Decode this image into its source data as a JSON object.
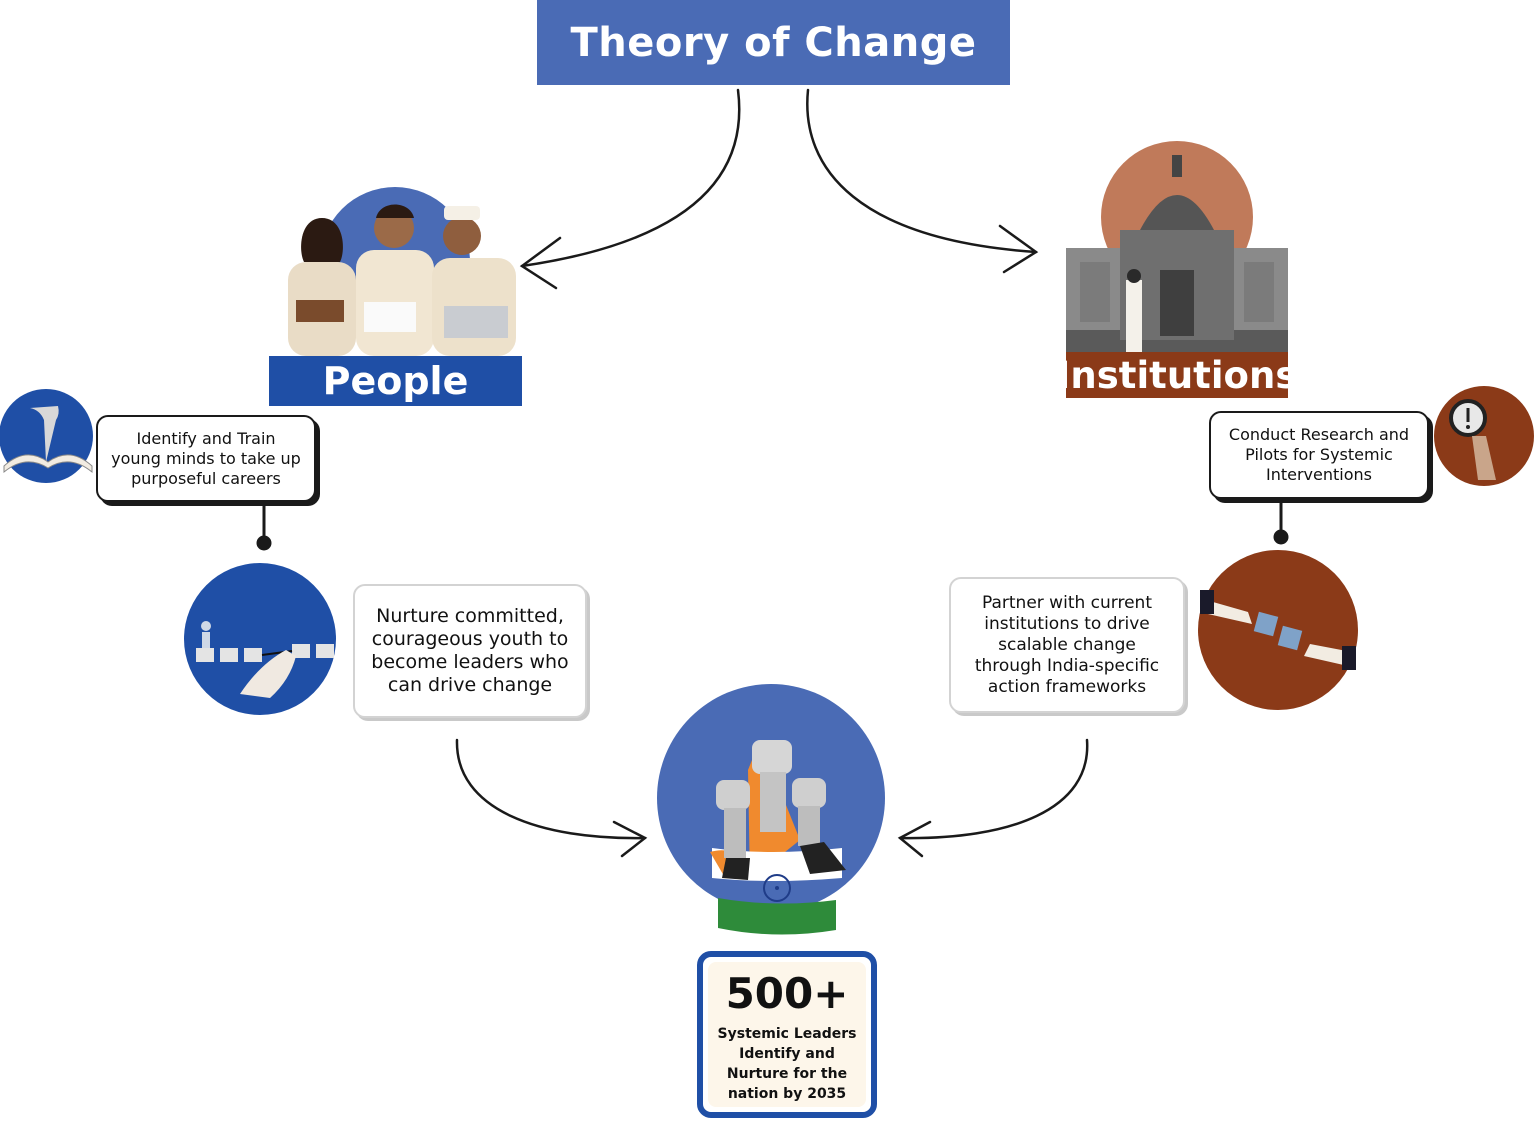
{
  "title": "Theory of Change",
  "people": {
    "label": "People",
    "identify_text": "Identify and Train young minds to take up purposeful careers",
    "nurture_text": "Nurture committed, courageous youth to become leaders who can drive change"
  },
  "institutions": {
    "label": "Institutions",
    "research_text": "Conduct Research and Pilots for Systemic Interventions",
    "partner_text": "Partner with current institutions to drive scalable change through India-specific action frameworks"
  },
  "goal": {
    "number": "500+",
    "text": "Systemic Leaders Identify and Nurture for the nation by 2035"
  },
  "colors": {
    "blue": "#4a6bb5",
    "dark_blue": "#1f4fa6",
    "rust": "#8b3a18",
    "terracotta": "#c07a5a"
  }
}
